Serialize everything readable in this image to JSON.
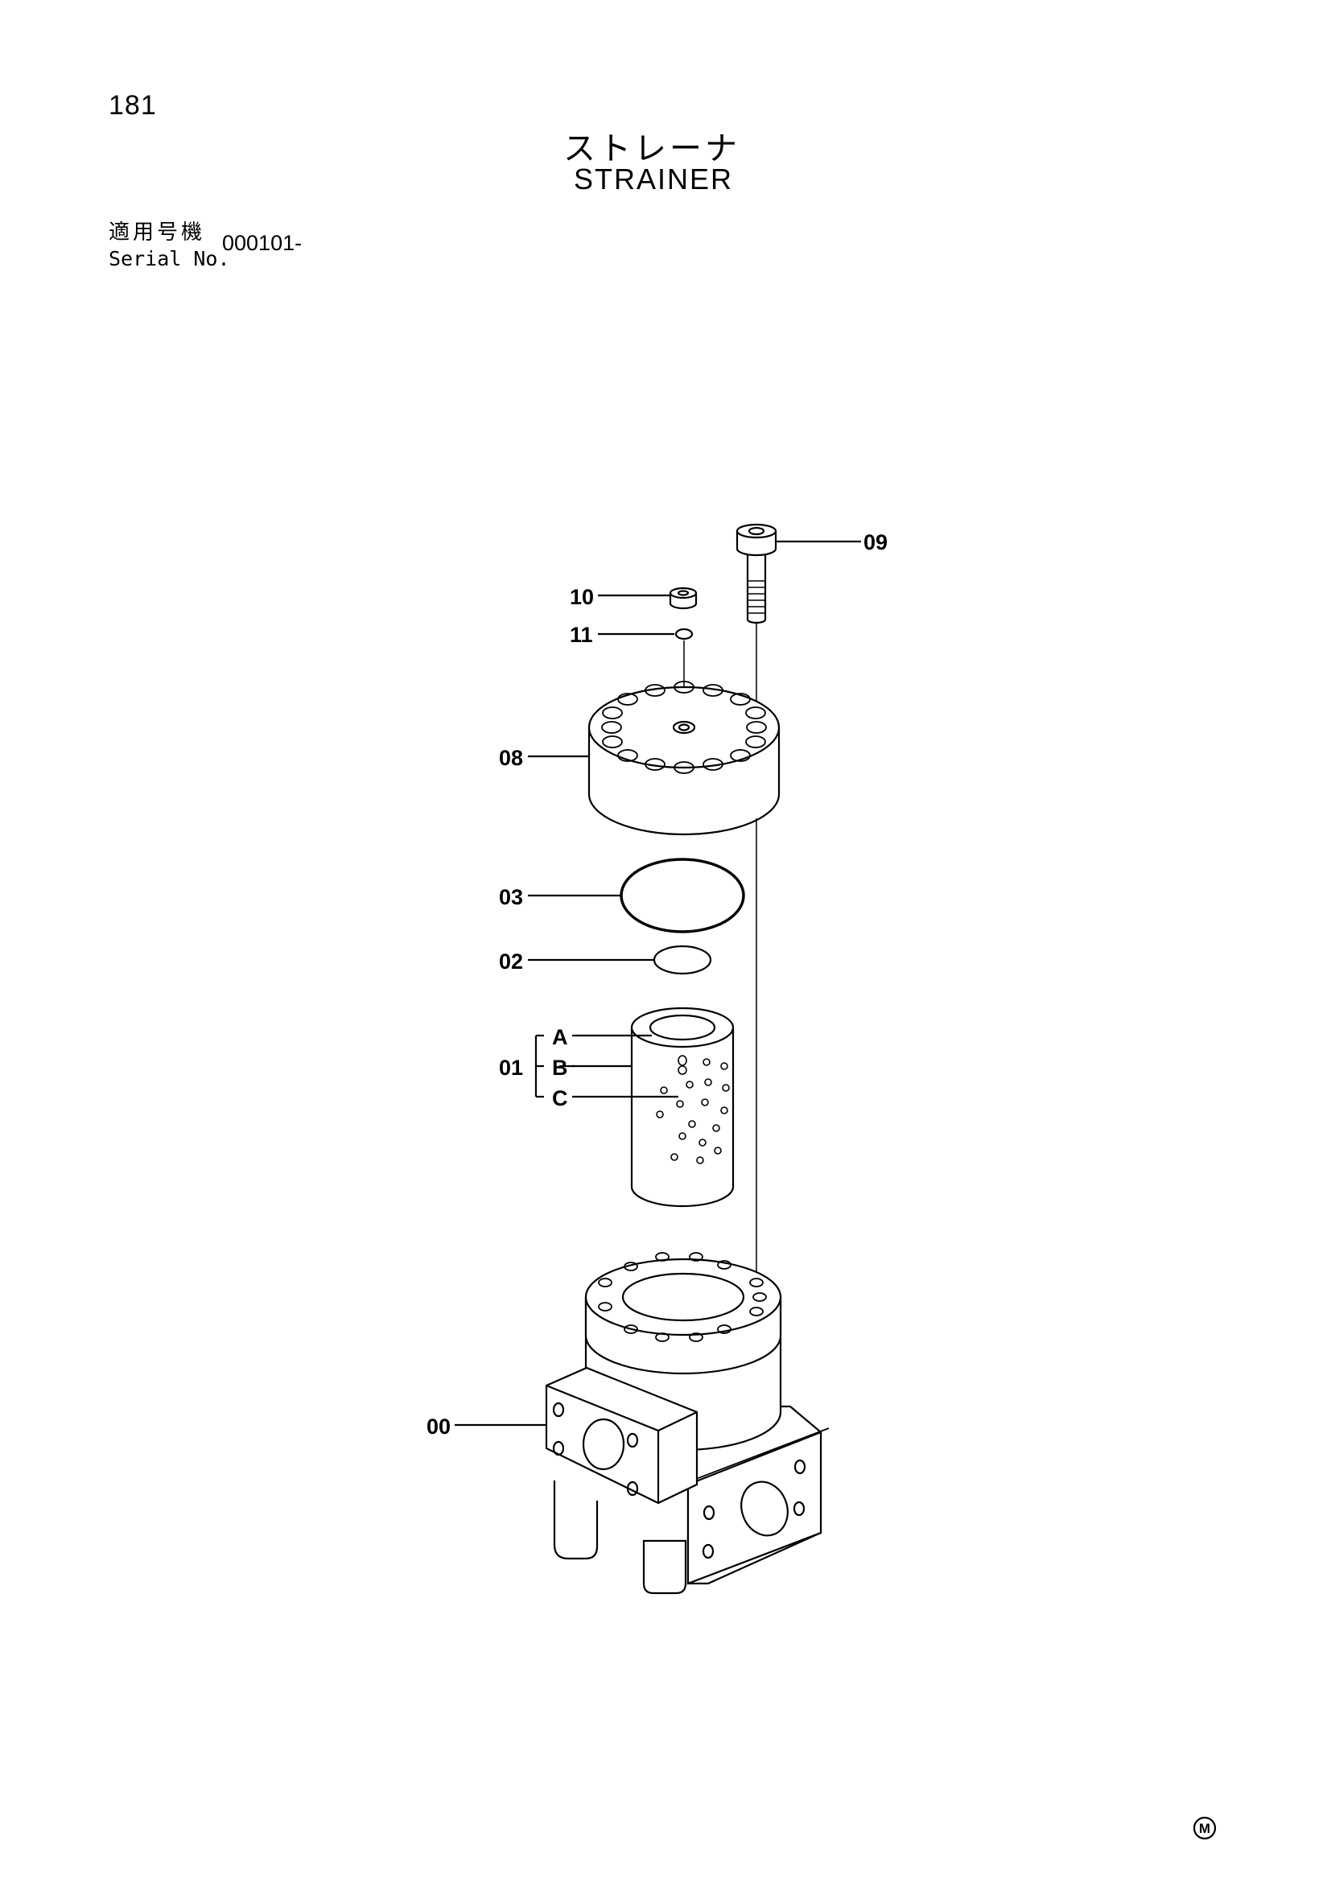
{
  "header": {
    "page_number": "181",
    "title_jp": "ストレーナ",
    "title_en": "STRAINER",
    "serial_label_jp": "適用号機",
    "serial_label_en": "Serial No.",
    "serial_value": "000101-"
  },
  "parts": {
    "p09": "09",
    "p10": "10",
    "p11": "11",
    "p08": "08",
    "p03": "03",
    "p02": "02",
    "p01": "01",
    "p01a": "A",
    "p01b": "B",
    "p01c": "C",
    "p00": "00"
  },
  "footer": {
    "mark": "M"
  }
}
